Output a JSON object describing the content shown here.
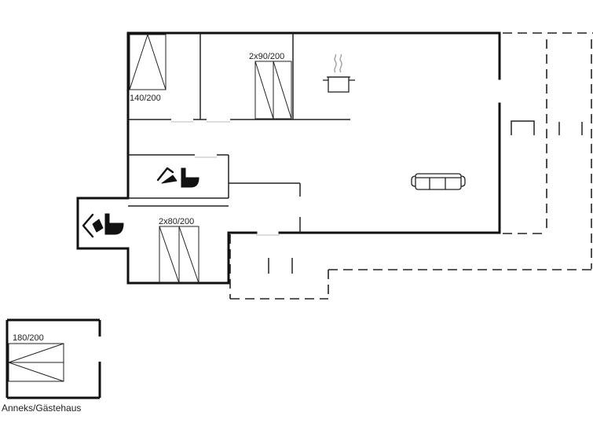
{
  "labels": {
    "bed_master": "140/200",
    "bed_twin_top": "2x90/200",
    "bed_twin_bottom": "2x80/200",
    "bed_annex": "180/200",
    "annex_caption": "Anneks/Gästehaus"
  },
  "icons": {
    "kitchen": "cooking-pot-icon",
    "living": "sofa-icon",
    "toilet": "toilet-icon",
    "shower": "shower-icon"
  },
  "colors": {
    "wall": "#111111",
    "line": "#222222",
    "background": "#ffffff"
  }
}
